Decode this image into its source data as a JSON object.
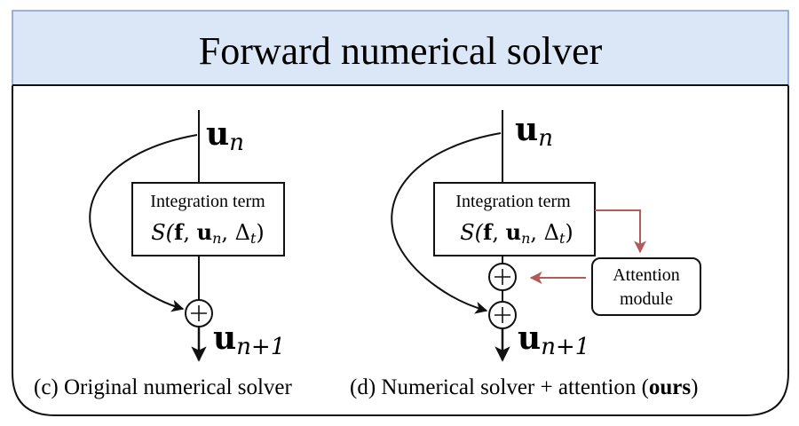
{
  "header": {
    "title": "Forward numerical solver",
    "fill": "#dbe6f6",
    "stroke": "#7f9ccd"
  },
  "colors": {
    "attention_arrow": "#b05a5a",
    "line": "#111111"
  },
  "panels": {
    "left": {
      "input_label": "u",
      "input_sub": "n",
      "box_line1": "Integration term",
      "box_formula_lead": "S(",
      "box_formula_f": "f",
      "box_formula_u": "u",
      "box_formula_usub": "n",
      "box_formula_mid": ", Δ",
      "box_formula_dsub": "t",
      "box_formula_tail": ")",
      "output_label": "u",
      "output_sub": "n+1",
      "caption": "(c) Original numerical solver"
    },
    "right": {
      "input_label": "u",
      "input_sub": "n",
      "box_line1": "Integration term",
      "box_formula_lead": "S(",
      "box_formula_f": "f",
      "box_formula_u": "u",
      "box_formula_usub": "n",
      "box_formula_mid": ", Δ",
      "box_formula_dsub": "t",
      "box_formula_tail": ")",
      "attention_line1": "Attention",
      "attention_line2": "module",
      "output_label": "u",
      "output_sub": "n+1",
      "caption_prefix": "(d) Numerical solver + attention (",
      "caption_bold": "ours",
      "caption_suffix": ")"
    }
  }
}
